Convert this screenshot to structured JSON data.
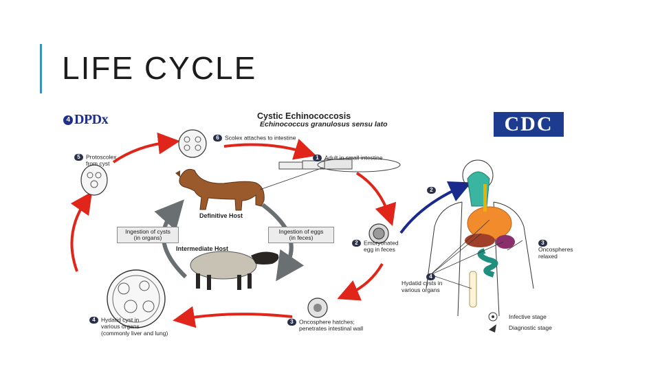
{
  "slide": {
    "title": "LIFE CYCLE"
  },
  "figure": {
    "logo_left": "DPDx",
    "logo_left_badge": "4",
    "logo_right": "CDC",
    "title": "Cystic Echinococcosis",
    "subtitle": "Echinococcus granulosus sensu lato",
    "definitive_host": "Definitive Host",
    "intermediate_host": "Intermediate Host",
    "box_left": [
      "Ingestion of cysts",
      "(in organs)"
    ],
    "box_right": [
      "Ingestion of eggs",
      "(in feces)"
    ],
    "steps": [
      {
        "num": "6",
        "text": [
          "Scolex attaches to intestine"
        ]
      },
      {
        "num": "1",
        "text": [
          "Adult in small intestine"
        ]
      },
      {
        "num": "5",
        "text": [
          "Protoscolex",
          "from cyst"
        ]
      },
      {
        "num": "2",
        "text": [
          "Embryonated",
          "egg in feces"
        ]
      },
      {
        "num": "4",
        "text": [
          "Hydatid cyst in",
          "various organs",
          "(commonly liver and lung)"
        ]
      },
      {
        "num": "3",
        "text": [
          "Oncosphere hatches;",
          "penetrates intestinal wall"
        ]
      },
      {
        "num": "2",
        "text": []
      },
      {
        "num": "3",
        "text": [
          "Oncospheres",
          "relaxed"
        ]
      },
      {
        "num": "4",
        "text": [
          "Hydatid cysts in",
          "various organs"
        ]
      }
    ],
    "legend": {
      "infective": "Infective stage",
      "diagnostic": "Diagnostic stage"
    },
    "colors": {
      "cycle_arrow": "#e0261b",
      "human_arrow": "#1a2a8c",
      "host_arrow": "#6a6f72",
      "title_accent": "#3a8fc8"
    }
  }
}
